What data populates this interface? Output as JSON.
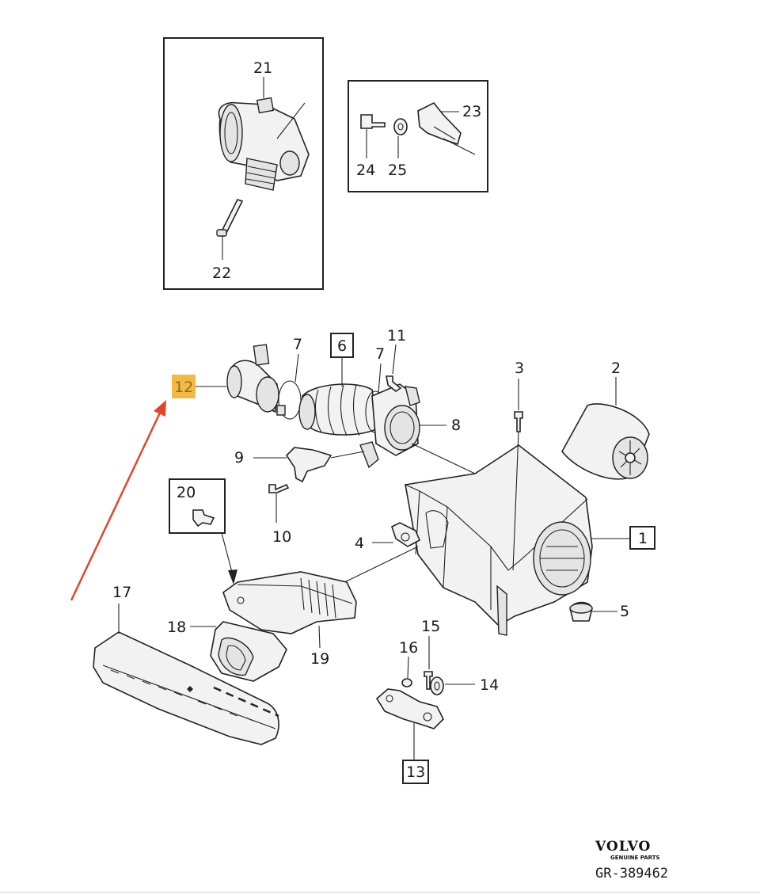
{
  "labels": {
    "p1": "1",
    "p2": "2",
    "p3": "3",
    "p4": "4",
    "p5": "5",
    "p6": "6",
    "p7a": "7",
    "p7b": "7",
    "p8": "8",
    "p9": "9",
    "p10": "10",
    "p11": "11",
    "p12": "12",
    "p13": "13",
    "p14": "14",
    "p15": "15",
    "p16": "16",
    "p17": "17",
    "p18": "18",
    "p19": "19",
    "p20": "20",
    "p21": "21",
    "p22": "22",
    "p23": "23",
    "p24": "24",
    "p25": "25"
  },
  "brand": {
    "name": "VOLVO",
    "tagline": "GENUINE PARTS"
  },
  "reference": "GR-389462",
  "colors": {
    "highlight": "#f4b942",
    "arrow": "#e2452c",
    "ink": "#222222"
  }
}
